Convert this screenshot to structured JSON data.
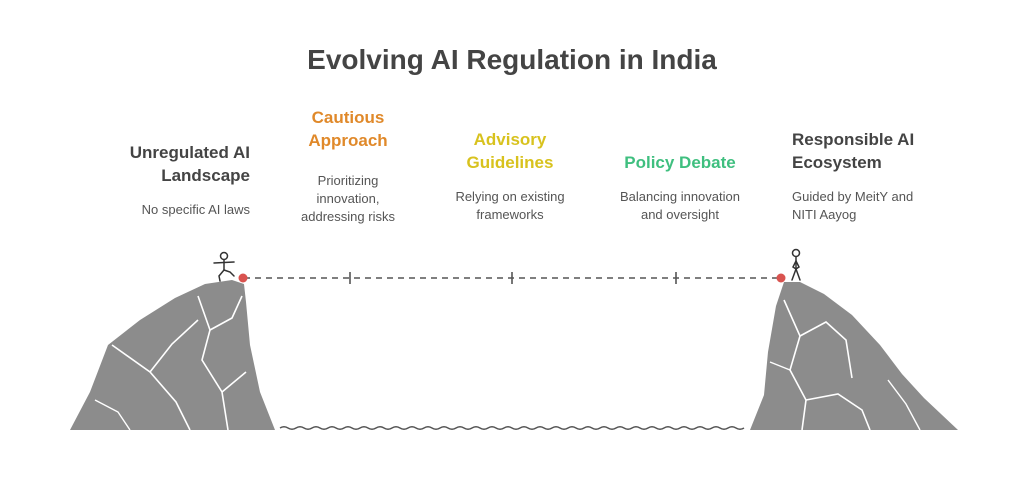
{
  "title": "Evolving AI Regulation in India",
  "colors": {
    "stage1": "#444444",
    "stage2": "#e0892a",
    "stage3": "#d8c21e",
    "stage4": "#3fbf7f",
    "stage5": "#444444",
    "cliff": "#8c8c8c",
    "marker": "#d9534f"
  },
  "stages": [
    {
      "heading": "Unregulated AI Landscape",
      "heading_lines": [
        "Unregulated AI",
        "Landscape"
      ],
      "desc_lines": [
        "No specific AI laws"
      ]
    },
    {
      "heading": "Cautious Approach",
      "heading_lines": [
        "Cautious",
        "Approach"
      ],
      "desc_lines": [
        "Prioritizing",
        "innovation,",
        "addressing risks"
      ]
    },
    {
      "heading": "Advisory Guidelines",
      "heading_lines": [
        "Advisory",
        "Guidelines"
      ],
      "desc_lines": [
        "Relying on existing",
        "frameworks"
      ]
    },
    {
      "heading": "Policy Debate",
      "heading_lines": [
        "Policy Debate"
      ],
      "desc_lines": [
        "Balancing innovation",
        "and oversight"
      ]
    },
    {
      "heading": "Responsible AI Ecosystem",
      "heading_lines": [
        "Responsible AI",
        "Ecosystem"
      ],
      "desc_lines": [
        "Guided by MeitY and",
        "NITI Aayog"
      ]
    }
  ],
  "icons": [
    "left-cliff-icon",
    "right-cliff-icon",
    "person-stepping-icon",
    "person-standing-icon",
    "water-waves-icon",
    "path-marker-icon"
  ]
}
